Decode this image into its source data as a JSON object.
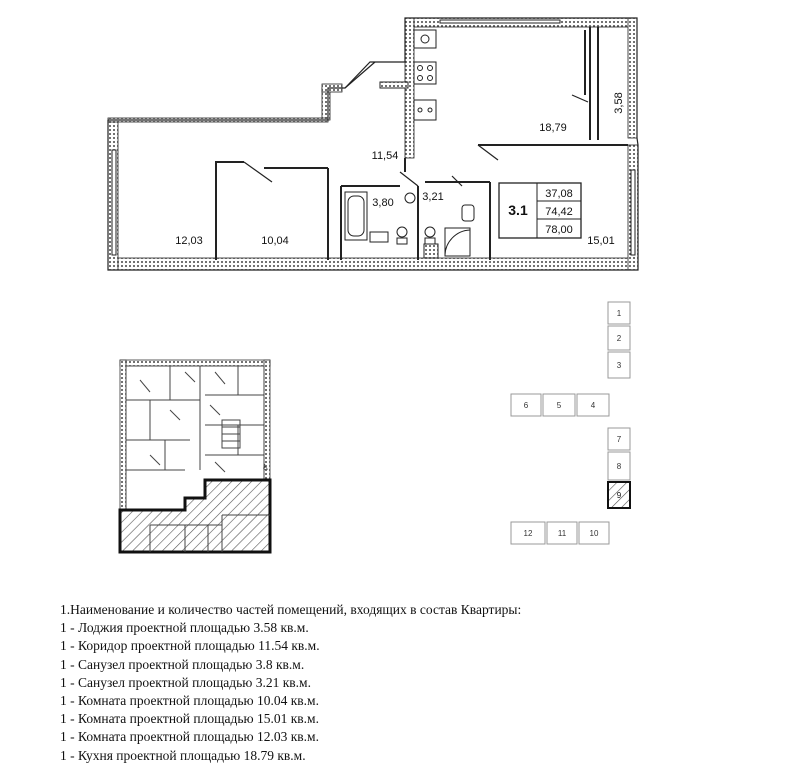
{
  "floorplan": {
    "apartment_id": "3.1",
    "areas": [
      "37,08",
      "74,42",
      "78,00"
    ],
    "room_labels": {
      "loggia": "3,58",
      "kitchen": "18,79",
      "corridor": "11,54",
      "bath1": "3,80",
      "bath2": "3,21",
      "room_left": "12,03",
      "room_mid": "10,04",
      "room_right": "15,01"
    }
  },
  "unit_key": {
    "cells": [
      "1",
      "2",
      "3",
      "4",
      "5",
      "6",
      "7",
      "8",
      "9",
      "10",
      "11",
      "12"
    ],
    "highlighted": "9"
  },
  "legend": {
    "heading": "1.Наименование и количество частей помещений, входящих в состав Квартиры:",
    "items": [
      "1 - Лоджия проектной площадью 3.58 кв.м.",
      "1 - Коридор проектной площадью 11.54 кв.м.",
      "1 - Санузел проектной площадью 3.8 кв.м.",
      "1 - Санузел проектной площадью 3.21 кв.м.",
      "1 - Комната проектной площадью 10.04 кв.м.",
      "1 - Комната проектной площадью 15.01 кв.м.",
      "1 - Комната проектной площадью 12.03 кв.м.",
      "1 - Кухня проектной площадью 18.79 кв.м."
    ]
  }
}
